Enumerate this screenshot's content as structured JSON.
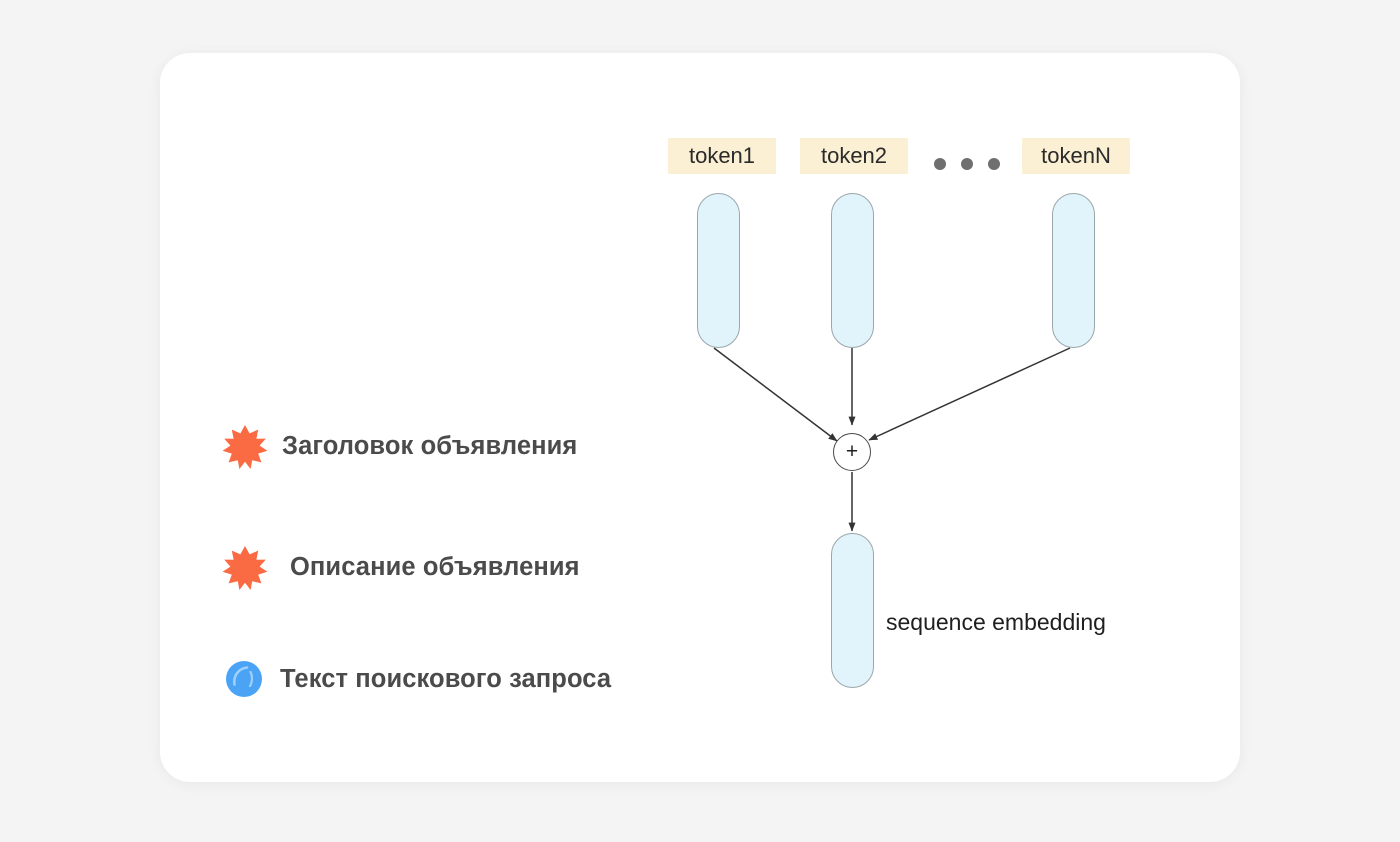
{
  "page": {
    "background_color": "#f4f4f5",
    "card_color": "#ffffff"
  },
  "legend": {
    "items": [
      {
        "label": "Заголовок объявления",
        "icon": "starburst-icon",
        "icon_color": "#fa6a43"
      },
      {
        "label": "Описание объявления",
        "icon": "starburst-icon",
        "icon_color": "#fa6a43"
      },
      {
        "label": "Текст поискового запроса",
        "icon": "blue-sphere-icon",
        "icon_color": "#4aa3f5"
      }
    ]
  },
  "diagram": {
    "title": "",
    "token_color": "#fbf0d4",
    "embedding_color": "#e2f4fb",
    "embedding_border_color": "#9aa7ab",
    "edge_color": "#333333",
    "tokens": [
      {
        "label": "token1"
      },
      {
        "label": "token2"
      },
      {
        "label": "tokenN"
      }
    ],
    "ellipsis": "•••",
    "sum_node_label": "+",
    "output_label": "sequence embedding"
  }
}
